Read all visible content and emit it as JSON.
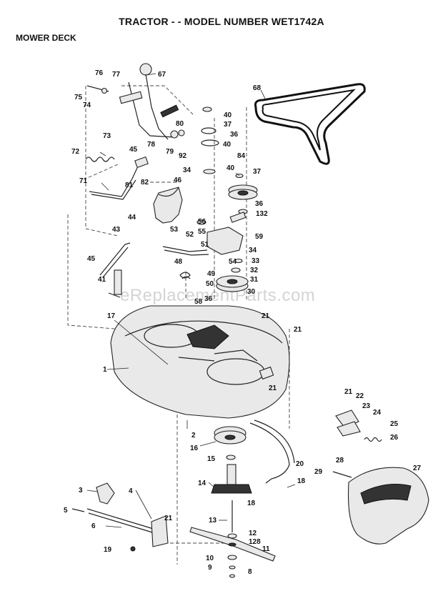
{
  "title": "TRACTOR - - MODEL NUMBER WET1742A",
  "subtitle": "MOWER DECK",
  "watermark": "eReplacementParts.com",
  "part_labels": {
    "p1": "1",
    "p2": "2",
    "p3": "3",
    "p4": "4",
    "p5": "5",
    "p6": "6",
    "p8": "8",
    "p9": "9",
    "p10": "10",
    "p11": "11",
    "p12": "12",
    "p13": "13",
    "p14": "14",
    "p15": "15",
    "p16": "16",
    "p17": "17",
    "p18a": "18",
    "p18b": "18",
    "p19": "19",
    "p20": "20",
    "p21a": "21",
    "p21b": "21",
    "p21c": "21",
    "p21d": "21",
    "p21e": "21",
    "p22": "22",
    "p23": "23",
    "p24": "24",
    "p25": "25",
    "p26": "26",
    "p27": "27",
    "p28": "28",
    "p29": "29",
    "p30": "30",
    "p31": "31",
    "p32": "32",
    "p33": "33",
    "p34a": "34",
    "p34b": "34",
    "p36a": "36",
    "p36b": "36",
    "p37a": "37",
    "p37b": "37",
    "p40a": "40",
    "p40b": "40",
    "p40c": "40",
    "p41": "41",
    "p43": "43",
    "p44": "44",
    "p45a": "45",
    "p45b": "45",
    "p46": "46",
    "p48": "48",
    "p49": "49",
    "p50": "50",
    "p51": "51",
    "p52": "52",
    "p53": "53",
    "p54": "54",
    "p55": "55",
    "p56": "56",
    "p58": "58",
    "p59": "59",
    "p67": "67",
    "p68": "68",
    "p71": "71",
    "p72": "72",
    "p73": "73",
    "p74": "74",
    "p75": "75",
    "p76": "76",
    "p77": "77",
    "p78": "78",
    "p79": "79",
    "p80": "80",
    "p81": "81",
    "p82": "82",
    "p84": "84",
    "p92": "92",
    "p128": "128",
    "p132": "132"
  }
}
